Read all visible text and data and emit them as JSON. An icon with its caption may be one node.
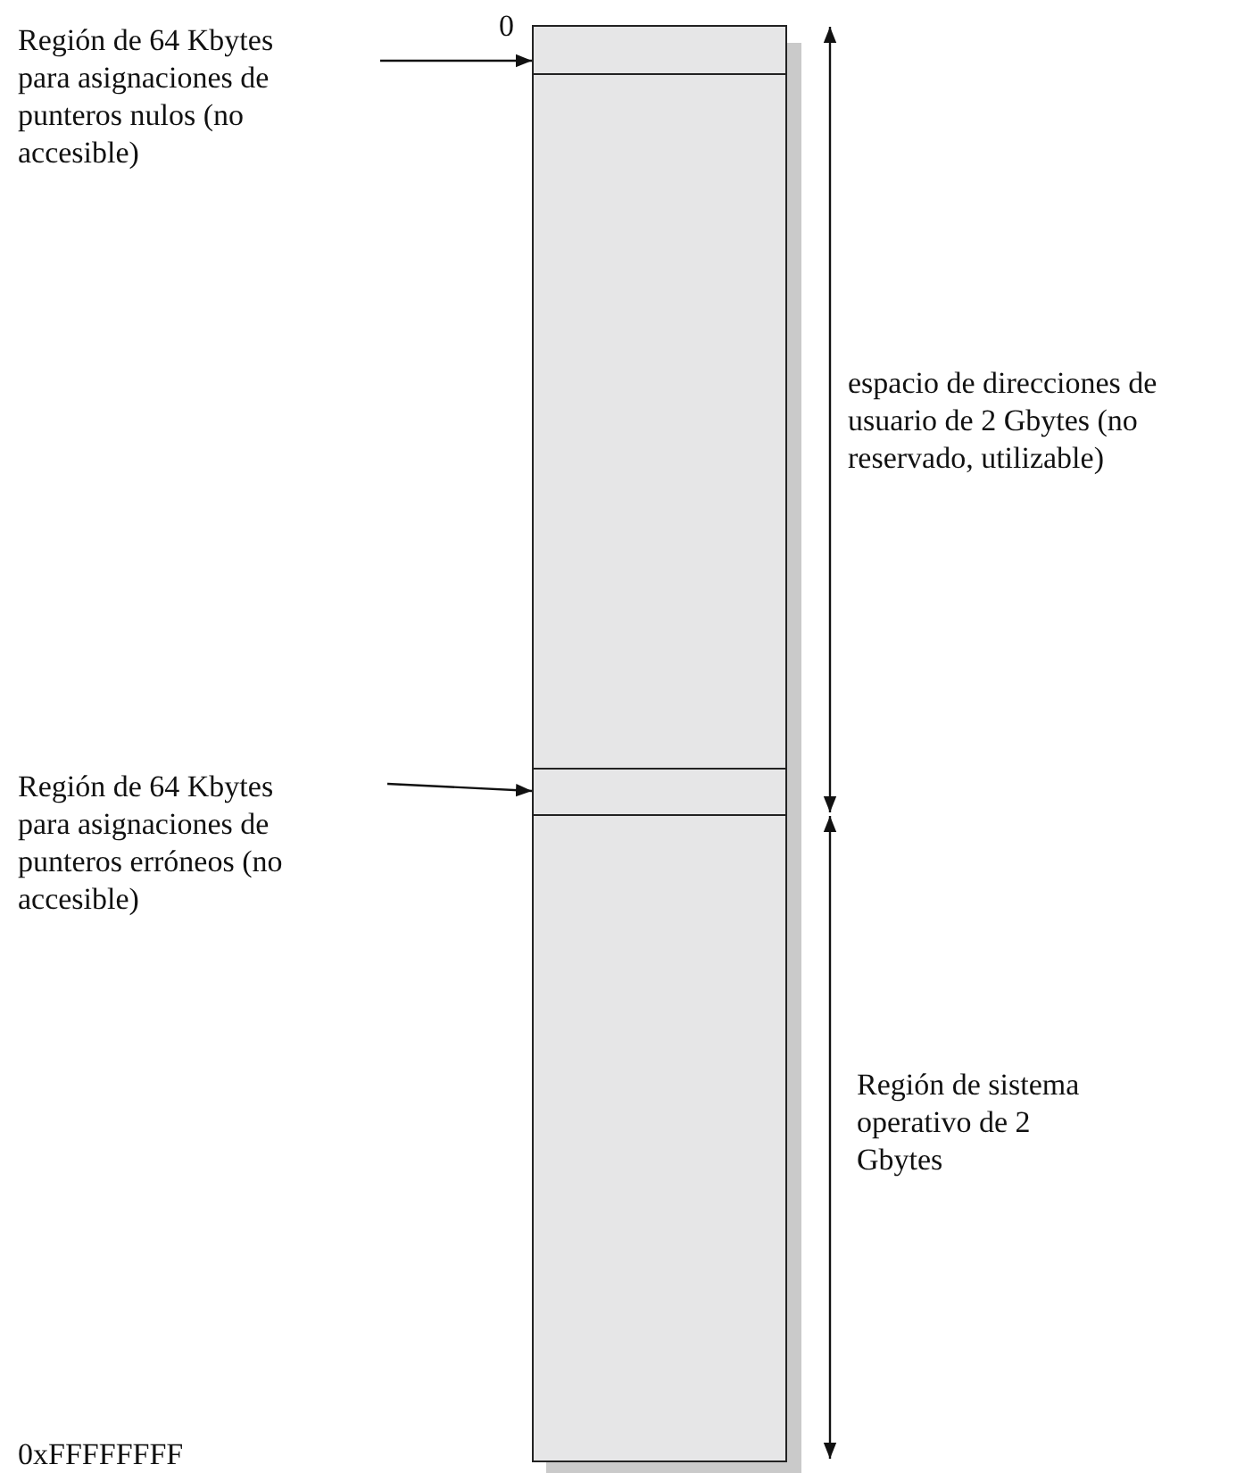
{
  "diagram": {
    "nodes": [
      {
        "text": [
          "Región de 64 Kbytes para asignaciones de punteros nulos (no accesible)"
        ]
      },
      {
        "text": [],
        "shape": "box"
      },
      {
        "text": [],
        "shape": "box"
      },
      {
        "text": [
          "Región de 64 Kbytes para asignaciones de punteros erróneos (no accesible)"
        ]
      },
      {
        "text": [],
        "shape": "box"
      },
      {
        "text": [],
        "shape": "box"
      }
    ],
    "edges": [
      {
        "from": 0,
        "to": 1,
        "arrow": "to"
      },
      {
        "from": 3,
        "to": 4,
        "arrow": "to"
      }
    ],
    "labels": [
      "0",
      "espacio de direcciones de usuario de 2 Gbytes (no reservado, utilizable)",
      "Región de sistema operativo de 2 Gbytes",
      "0xFFFFFFFF"
    ]
  }
}
